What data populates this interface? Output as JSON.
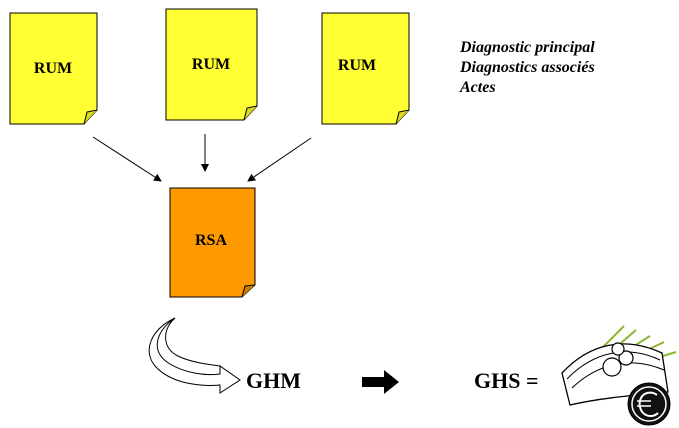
{
  "colors": {
    "rum_fill": "#ffff33",
    "rsa_fill": "#ff9900",
    "outline": "#000000"
  },
  "documents": {
    "rum_1": "RUM",
    "rum_2": "RUM",
    "rum_3": "RUM",
    "rsa": "RSA"
  },
  "legend": {
    "line1": "Diagnostic principal",
    "line2": "Diagnostics associés",
    "line3": "Actes"
  },
  "flow": {
    "ghm": "GHM",
    "ghs": "GHS =",
    "icon_euro": "euro-money-icon",
    "icon_curved_arrow": "curved-arrow-icon",
    "icon_right_arrow": "thick-right-arrow-icon"
  }
}
